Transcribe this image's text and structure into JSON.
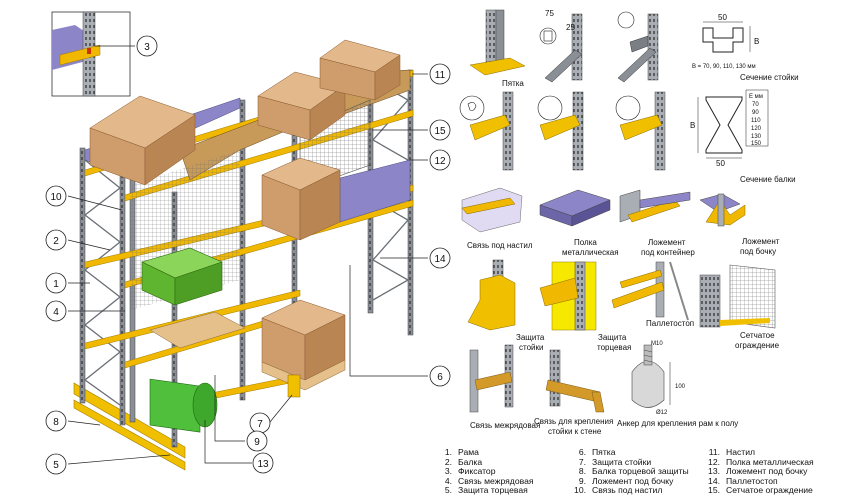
{
  "callouts": [
    "1",
    "2",
    "3",
    "4",
    "5",
    "6",
    "7",
    "8",
    "9",
    "10",
    "11",
    "12",
    "13",
    "14",
    "15"
  ],
  "parts": {
    "pyatka": "Пятка",
    "sechenie_stoyki": "Сечение стойки",
    "b_formula": "B = 70, 90, 110, 130 мм",
    "sechenie_balki": "Сечение балки",
    "svyaz_nastil": "Связь под настил",
    "polka": [
      "Полка",
      "металлическая"
    ],
    "lozhement_konteyner": [
      "Ложемент",
      "под контейнер"
    ],
    "lozhement_bochku": [
      "Ложемент",
      "под бочку"
    ],
    "zashchita_stoyki": [
      "Защита",
      "стойки"
    ],
    "zashchita_tortsevaya": [
      "Защита",
      "торцевая"
    ],
    "palletostop": "Паллетостоп",
    "setchatoe": [
      "Сетчатое",
      "ограждение"
    ],
    "svyaz_mezhryadovaya": "Связь межрядовая",
    "svyaz_krepleniya": [
      "Связь для крепления",
      "стойки к стене"
    ],
    "anker": "Анкер для крепления рам к полу"
  },
  "dims": {
    "d75": "75",
    "d25": "25",
    "d50": "50",
    "dB": "B",
    "d50b": "50",
    "dM10": "M10",
    "d100": "100",
    "d12": "Ø12"
  },
  "beam_table": {
    "header": "Е мм",
    "rows": [
      "70",
      "90",
      "110",
      "120",
      "130",
      "150"
    ]
  },
  "legend": {
    "col1": [
      {
        "n": "1.",
        "t": "Рама"
      },
      {
        "n": "2.",
        "t": "Балка"
      },
      {
        "n": "3.",
        "t": "Фиксатор"
      },
      {
        "n": "4.",
        "t": "Связь межрядовая"
      },
      {
        "n": "5.",
        "t": "Защита торцевая"
      }
    ],
    "col2": [
      {
        "n": "6.",
        "t": "Пятка"
      },
      {
        "n": "7.",
        "t": "Защита стойки"
      },
      {
        "n": "8.",
        "t": "Балка торцевой защиты"
      },
      {
        "n": "9.",
        "t": "Ложемент под бочку"
      },
      {
        "n": "10.",
        "t": "Связь под настил"
      }
    ],
    "col3": [
      {
        "n": "11.",
        "t": "Настил"
      },
      {
        "n": "12.",
        "t": "Полка металлическая"
      },
      {
        "n": "13.",
        "t": "Ложемент под бочку"
      },
      {
        "n": "14.",
        "t": "Паллетостоп"
      },
      {
        "n": "15.",
        "t": "Сетчатое ограждение"
      }
    ]
  },
  "colors": {
    "upright": "#9a9fa6",
    "beam": "#f0b800",
    "beam_dark": "#c48a00",
    "deck": "#8c86c9",
    "box": "#d9a77a",
    "box_dark": "#b7865a",
    "pallet": "#e6c08a",
    "container": "#6bbf3a",
    "barrel": "#4fbf3c",
    "mesh": "#7a7a7a"
  }
}
